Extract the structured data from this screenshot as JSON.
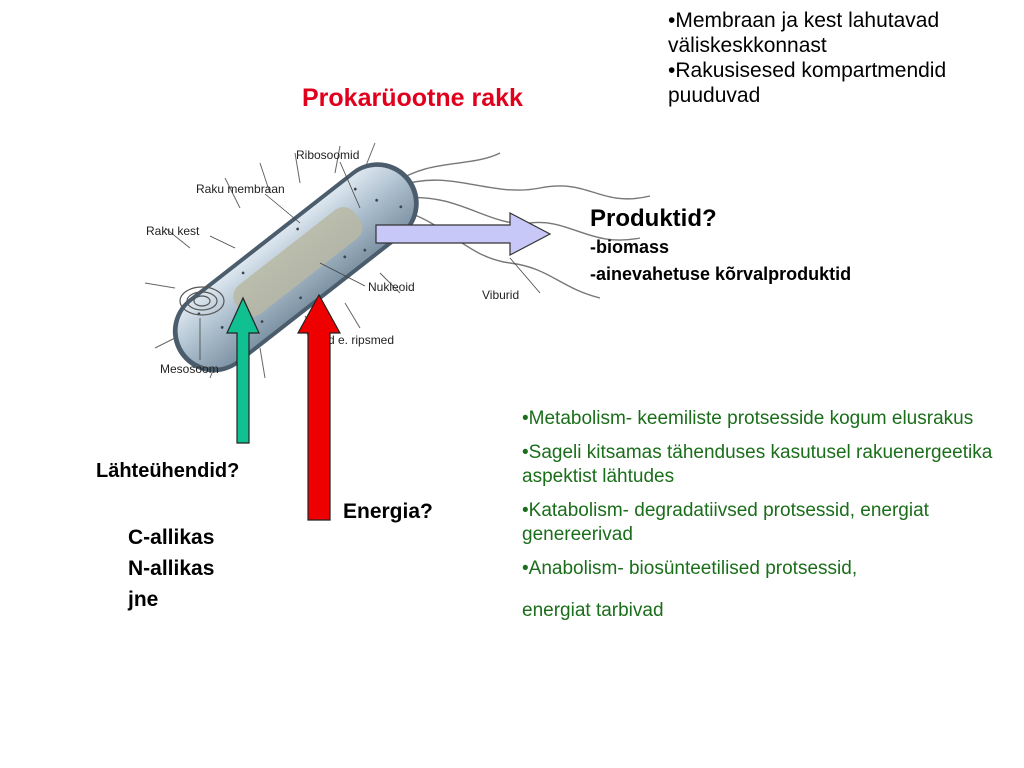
{
  "top_notes": [
    "•Membraan ja kest lahutavad väliskeskkonnast",
    "•Rakusisesed kompartmendid puuduvad"
  ],
  "title": "Prokarüootne rakk",
  "cell_labels": {
    "ribosomes": "Ribosoomid",
    "membrane": "Raku membraan",
    "wall": "Raku kest",
    "nucleoid": "Nukleoid",
    "flagella": "Viburid",
    "pili": "Pilid e. ripsmed",
    "mesosome": "Mesosoom"
  },
  "products": {
    "heading": "Produktid?",
    "items": [
      "-biomass",
      "-ainevahetuse kõrvalproduktid"
    ]
  },
  "sources": {
    "heading": "Lähteühendid?",
    "items": [
      "C-allikas",
      "N-allikas",
      "jne"
    ]
  },
  "energy": "Energia?",
  "metabolism_notes": [
    "•Metabolism- keemiliste protsesside kogum elusrakus",
    "•Sageli kitsamas tähenduses kasutusel rakuenergeetika aspektist lähtudes",
    "•Katabolism- degradatiivsed protsessid, energiat genereerivad",
    "•Anabolism- biosünteetilised  protsessid,",
    "energiat tarbivad"
  ],
  "colors": {
    "title": "#e0001c",
    "notes_green": "#1a6e1a",
    "arrow_input": "#10c090",
    "arrow_energy": "#ee0000",
    "arrow_output": "#c8c8f8"
  }
}
